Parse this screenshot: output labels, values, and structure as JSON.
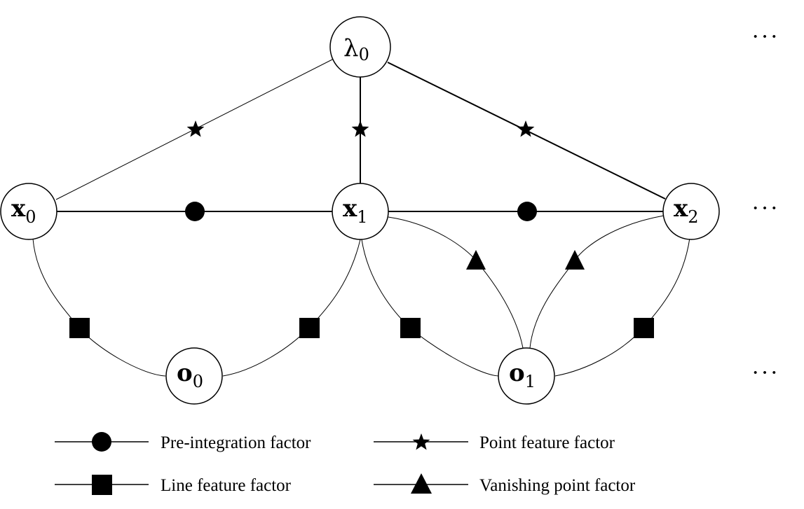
{
  "nodes": {
    "lambda0": {
      "symbol": "λ",
      "subscript": "0"
    },
    "x0": {
      "symbol": "x",
      "subscript": "0"
    },
    "x1": {
      "symbol": "x",
      "subscript": "1"
    },
    "x2": {
      "symbol": "x",
      "subscript": "2"
    },
    "o0": {
      "symbol": "o",
      "subscript": "0"
    },
    "o1": {
      "symbol": "o",
      "subscript": "1"
    }
  },
  "ellipses": [
    "···",
    "···",
    "···"
  ],
  "legend": {
    "pre_integration": "Pre-integration factor",
    "point_feature": "Point feature factor",
    "line_feature": "Line feature factor",
    "vanishing_point": "Vanishing point factor"
  },
  "colors": {
    "stroke": "#000000",
    "node_fill": "#ffffff"
  }
}
